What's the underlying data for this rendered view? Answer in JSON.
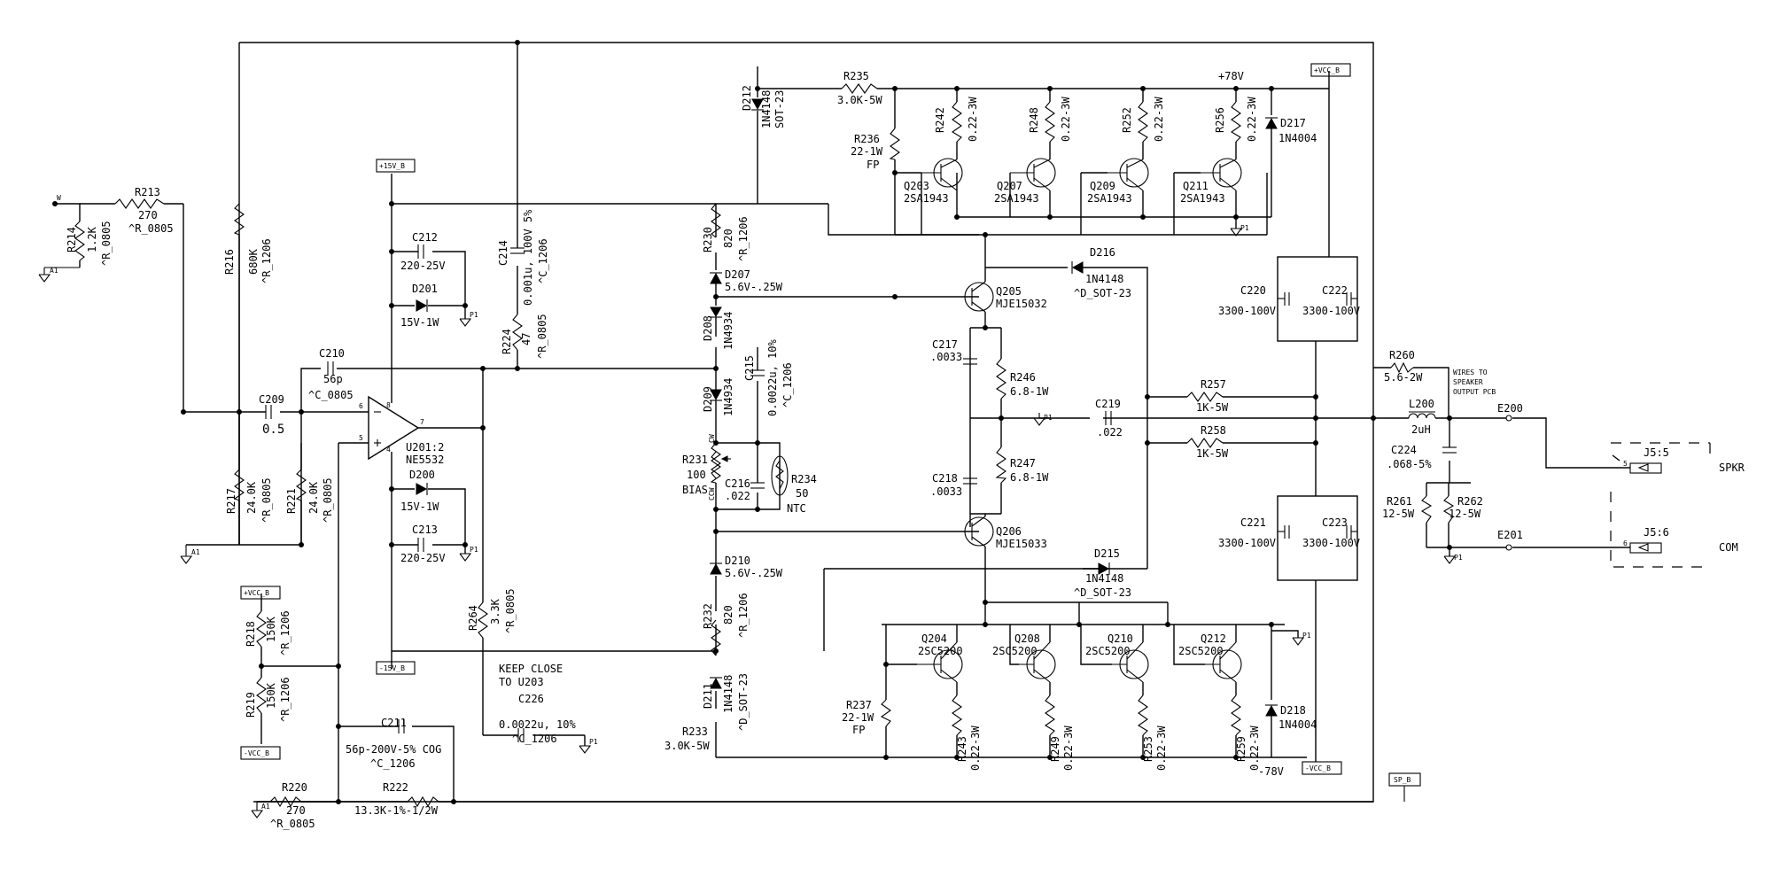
{
  "labels": {
    "r213": [
      "R213",
      "270",
      "^R_0805"
    ],
    "r214": [
      "R214",
      "1.2K",
      "^R_0805"
    ],
    "r216": [
      "R216",
      "680K",
      "^R_1206"
    ],
    "r217": [
      "R217",
      "24.0K",
      "^R_0805"
    ],
    "r221": [
      "R221",
      "24.0K",
      "^R_0805"
    ],
    "r218": [
      "R218",
      "150K",
      "^R_1206"
    ],
    "r219": [
      "R219",
      "150K",
      "^R_1206"
    ],
    "r220": [
      "R220",
      "270",
      "^R_0805"
    ],
    "r222": [
      "R222",
      "13.3K-1%-1/2W"
    ],
    "r224": [
      "R224",
      "47",
      "^R_0805"
    ],
    "r264": [
      "R264",
      "3.3K",
      "^R_0805"
    ],
    "r230": [
      "R230",
      "820",
      "^R_1206"
    ],
    "r232": [
      "R232",
      "820",
      "^R_1206"
    ],
    "r231": [
      "R231",
      "100",
      "BIAS"
    ],
    "r233": [
      "R233",
      "3.0K-5W"
    ],
    "r234": [
      "R234",
      "50",
      "NTC"
    ],
    "r235": [
      "R235",
      "3.0K-5W"
    ],
    "r236": [
      "R236",
      "22-1W",
      "FP"
    ],
    "r237": [
      "R237",
      "22-1W",
      "FP"
    ],
    "r246": [
      "R246",
      "6.8-1W"
    ],
    "r247": [
      "R247",
      "6.8-1W"
    ],
    "r257": [
      "R257",
      "1K-5W"
    ],
    "r258": [
      "R258",
      "1K-5W"
    ],
    "r260": [
      "R260",
      "5.6-2W"
    ],
    "r261": [
      "R261",
      "12-5W"
    ],
    "r262": [
      "R262",
      "12-5W"
    ],
    "r242": [
      "R242",
      "0.22-3W"
    ],
    "r248": [
      "R248",
      "0.22-3W"
    ],
    "r252": [
      "R252",
      "0.22-3W"
    ],
    "r256": [
      "R256",
      "0.22-3W"
    ],
    "r243": [
      "R243",
      "0.22-3W"
    ],
    "r249": [
      "R249",
      "0.22-3W"
    ],
    "r253": [
      "R253",
      "0.22-3W"
    ],
    "r259": [
      "R259",
      "0.22-3W"
    ],
    "c209": [
      "C209",
      "0.5"
    ],
    "c210": [
      "C210",
      "56p",
      "^C_0805"
    ],
    "c211": [
      "C211",
      "56p-200V-5% COG",
      "^C_1206"
    ],
    "c212": [
      "C212",
      "220-25V"
    ],
    "c213": [
      "C213",
      "220-25V"
    ],
    "c214": [
      "C214",
      "0.001u, 100V 5%",
      "^C_1206"
    ],
    "c215": [
      "C215",
      "0.0022u, 10%",
      "^C_1206"
    ],
    "c216": [
      "C216",
      ".022"
    ],
    "c217": [
      "C217",
      ".0033"
    ],
    "c218": [
      "C218",
      ".0033"
    ],
    "c219": [
      "C219",
      ".022"
    ],
    "c220": [
      "C220",
      "3300-100V"
    ],
    "c221": [
      "C221",
      "3300-100V"
    ],
    "c222": [
      "C222",
      "3300-100V"
    ],
    "c223": [
      "C223",
      "3300-100V"
    ],
    "c224": [
      "C224",
      ".068-5%"
    ],
    "c226": [
      "C226",
      "0.0022u, 10%",
      "^C_1206"
    ],
    "d200": [
      "D200",
      "15V-1W"
    ],
    "d201": [
      "D201",
      "15V-1W"
    ],
    "d207": [
      "D207",
      "5.6V-.25W"
    ],
    "d208": [
      "D208",
      "1N4934"
    ],
    "d209": [
      "D209",
      "1N4934"
    ],
    "d210": [
      "D210",
      "5.6V-.25W"
    ],
    "d211": [
      "D211",
      "1N4148",
      "^D_SOT-23"
    ],
    "d212": [
      "D212",
      "1N4148",
      "SOT-23"
    ],
    "d215": [
      "D215",
      "1N4148",
      "^D_SOT-23"
    ],
    "d216": [
      "D216",
      "1N4148",
      "^D_SOT-23"
    ],
    "d217": [
      "D217",
      "1N4004"
    ],
    "d218": [
      "D218",
      "1N4004"
    ],
    "q203": [
      "Q203",
      "2SA1943"
    ],
    "q207": [
      "Q207",
      "2SA1943"
    ],
    "q209": [
      "Q209",
      "2SA1943"
    ],
    "q211": [
      "Q211",
      "2SA1943"
    ],
    "q204": [
      "Q204",
      "2SC5200"
    ],
    "q208": [
      "Q208",
      "2SC5200"
    ],
    "q210": [
      "Q210",
      "2SC5200"
    ],
    "q212": [
      "Q212",
      "2SC5200"
    ],
    "q205": [
      "Q205",
      "MJE15032"
    ],
    "q206": [
      "Q206",
      "MJE15033"
    ],
    "u201": [
      "U201:2",
      "NE5532"
    ],
    "l200": [
      "L200",
      "2uH"
    ],
    "e200": "E200",
    "e201": "E201",
    "j55": "J5:5",
    "j56": "J5:6",
    "spkr": "SPKR",
    "com": "COM",
    "plus78": "+78V",
    "minus78": "-78V",
    "keep_close": [
      "KEEP CLOSE",
      "TO U203"
    ],
    "wires": [
      "WIRES TO",
      "SPEAKER",
      "OUTPUT PCB"
    ],
    "ports": {
      "p15vb": "+15V_B",
      "m15vb": "-15V_B",
      "pvccb_a": "+VCC_B",
      "mvccb_a": "-VCC_B",
      "pvccb_b": "+VCC_B",
      "mvccb_b": "-VCC_B",
      "spb": "SP_B"
    },
    "grounds": {
      "a1": "A1",
      "p1": "P1"
    },
    "pins": {
      "in_w": "W",
      "op6": "6",
      "op5": "5",
      "op7": "7",
      "op8": "8",
      "op4": "4",
      "cw": "CW",
      "ccw": "CCW",
      "j5pin": "5",
      "j6pin": "6"
    }
  }
}
